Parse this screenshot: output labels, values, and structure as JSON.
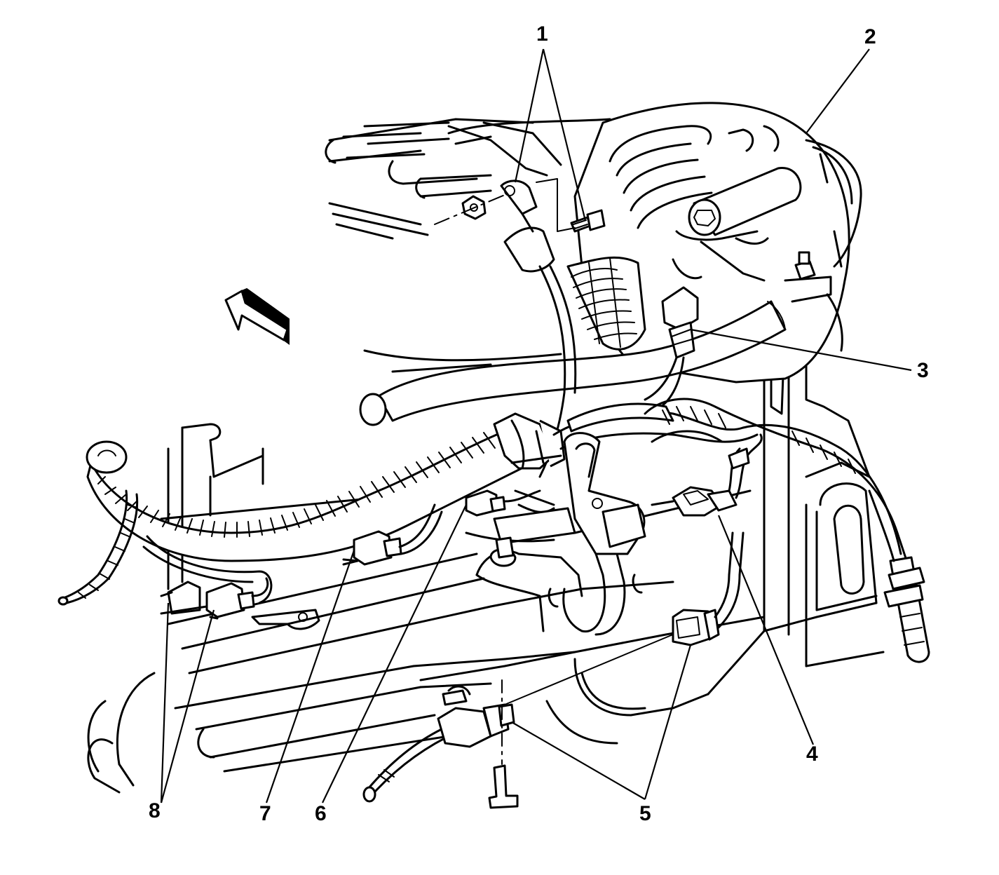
{
  "callouts": [
    {
      "id": "1",
      "label": "1"
    },
    {
      "id": "2",
      "label": "2"
    },
    {
      "id": "3",
      "label": "3"
    },
    {
      "id": "4",
      "label": "4"
    },
    {
      "id": "5",
      "label": "5"
    },
    {
      "id": "6",
      "label": "6"
    },
    {
      "id": "7",
      "label": "7"
    },
    {
      "id": "8",
      "label": "8"
    }
  ],
  "icons": {
    "direction": "forward-arrow-icon"
  },
  "colors": {
    "line": "#000000",
    "background": "#ffffff"
  }
}
